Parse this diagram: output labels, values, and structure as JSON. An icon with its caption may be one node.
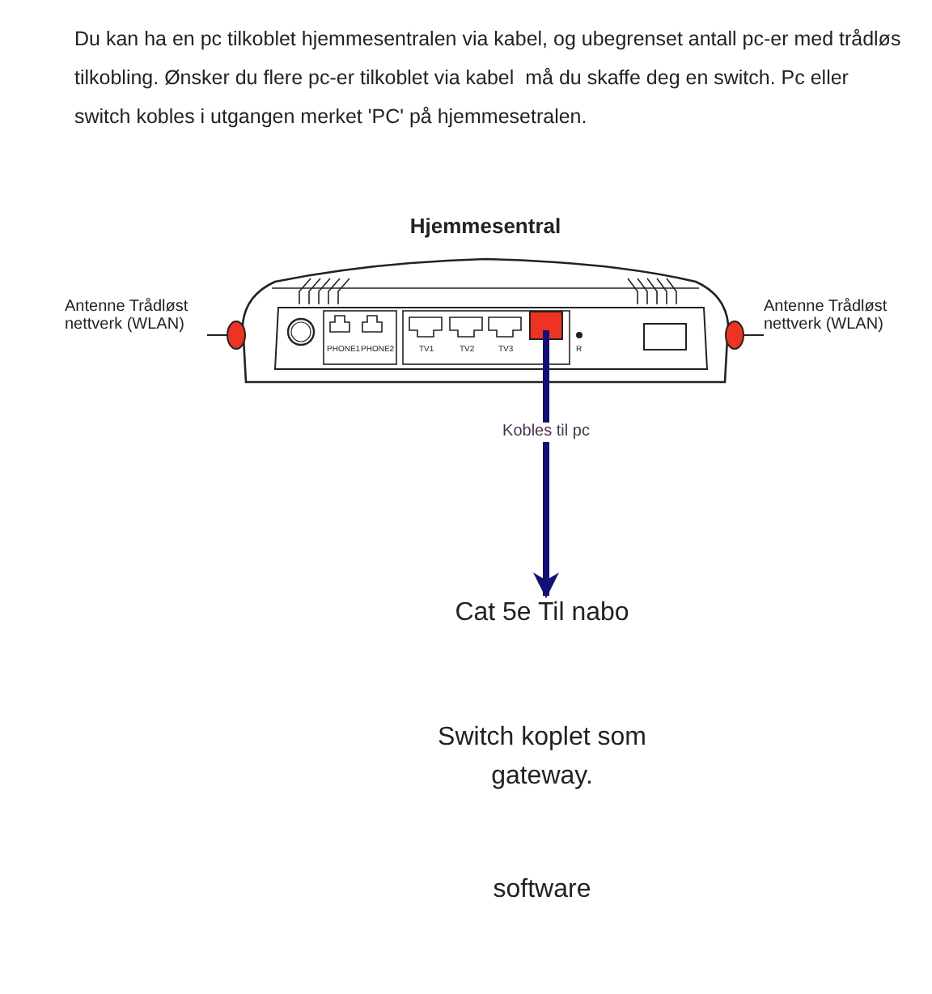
{
  "diagram": {
    "nodes": [
      {
        "text": [
          "Hjemmesentral"
        ]
      },
      {
        "text": [],
        "shape": "box",
        "in": 0
      },
      {
        "text": [
          "Cat 5e Til nabo"
        ]
      },
      {
        "text": [
          "Antenne Trådløst nettverk (WLAN)"
        ]
      },
      {
        "text": [],
        "shape": "circle"
      },
      {
        "text": [
          "Antenne Trådløst nettverk (WLAN)"
        ]
      },
      {
        "text": [],
        "shape": "circle"
      }
    ],
    "edges": [
      {
        "from": 1,
        "to": 2,
        "arrow": "to",
        "label": "Kobles til pc",
        "style": "thick",
        "color": "#10107a"
      },
      {
        "from": 3,
        "to": 4,
        "arrow": "none"
      },
      {
        "from": 5,
        "to": 6,
        "arrow": "none"
      }
    ],
    "labels": [
      "Du kan ha en pc tilkoblet hjemmesentralen via kabel, og ubegrenset antall pc-er med trådløs tilkobling. Ønsker du flere pc-er tilkoblet via kabel  må du skaffe deg en switch. Pc eller switch kobles i utgangen merket 'PC' på hjemmesetralen.",
      "PHONE1",
      "PHONE2",
      "TV1",
      "TV2",
      "TV3",
      "R",
      "Switch koplet som gateway.",
      "software"
    ]
  }
}
